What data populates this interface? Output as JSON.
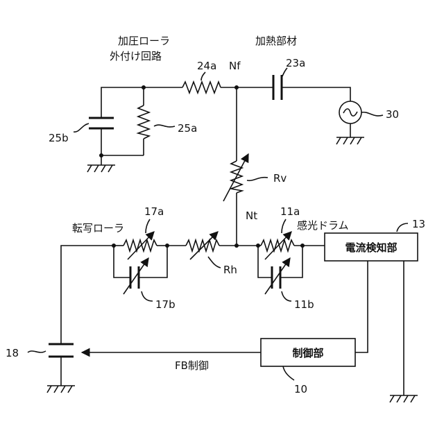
{
  "labels": {
    "pressure_roller_ext_line1": "加圧ローラ",
    "pressure_roller_ext_line2": "外付け回路",
    "heating_member": "加熱部材",
    "transfer_roller": "転写ローラ",
    "photo_drum": "感光ドラム",
    "fb_control": "FB制御"
  },
  "nodes": {
    "nf": "Nf",
    "nt": "Nt"
  },
  "components": {
    "r24a": "24a",
    "c23a": "23a",
    "ac30": "30",
    "c25b": "25b",
    "r25a": "25a",
    "rv": "Rv",
    "rh": "Rh",
    "r17a": "17a",
    "c17b": "17b",
    "r11a": "11a",
    "c11b": "11b",
    "current_box_ref": "13",
    "current_box_label": "電流検知部",
    "control_box_ref": "10",
    "control_box_label": "制御部",
    "supply18": "18"
  },
  "icons": {
    "ground": "ground-icon",
    "ac_source": "ac-source-icon"
  }
}
